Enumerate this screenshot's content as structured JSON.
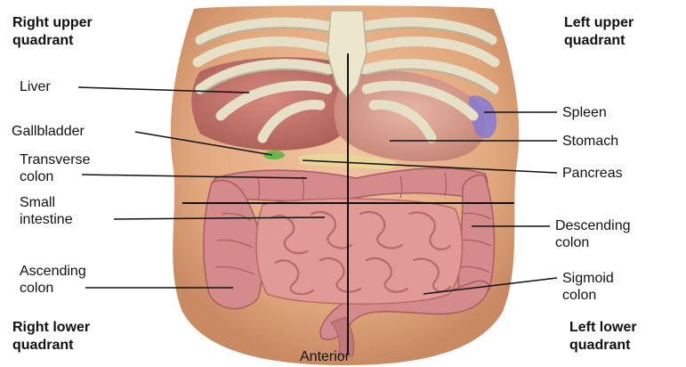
{
  "quadrants": {
    "right_upper": [
      "Right upper",
      "quadrant"
    ],
    "left_upper": [
      "Left upper",
      "quadrant"
    ],
    "right_lower": [
      "Right lower",
      "quadrant"
    ],
    "left_lower": [
      "Left lower",
      "quadrant"
    ]
  },
  "labels": {
    "liver": "Liver",
    "gallbladder": "Gallbladder",
    "transverse_colon": [
      "Transverse",
      "colon"
    ],
    "small_intestine": [
      "Small",
      "intestine"
    ],
    "ascending_colon": [
      "Ascending",
      "colon"
    ],
    "spleen": "Spleen",
    "stomach": "Stomach",
    "pancreas": "Pancreas",
    "descending_colon": [
      "Descending",
      "colon"
    ],
    "sigmoid_colon": [
      "Sigmoid",
      "colon"
    ]
  },
  "orientation": "Anterior",
  "colors": {
    "skin": "#e9b58f",
    "skin_shadow": "#c98a63",
    "rib": "#e6e0c8",
    "rib_shadow": "#b9b39a",
    "liver": "#b5625a",
    "stomach": "#d79b8e",
    "colon": "#d58a8b",
    "colon_dark": "#a95c63",
    "intestine": "#e19a96",
    "intestine_dark": "#b76a6a",
    "spleen": "#8a7bd0",
    "gallbladder": "#6cb54d",
    "pancreas": "#e8d59a",
    "line": "#111111"
  }
}
